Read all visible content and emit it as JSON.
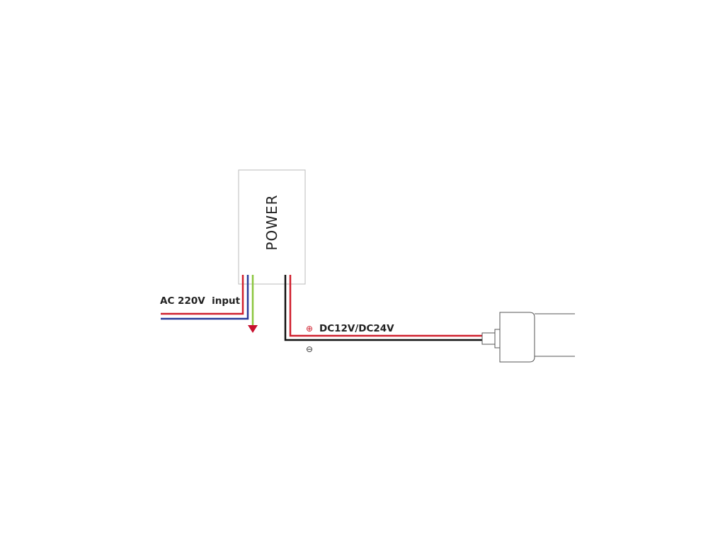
{
  "power_supply": {
    "label": "POWER"
  },
  "ac_input": {
    "label": "AC 220V  input"
  },
  "dc_output": {
    "label": "DC12V/DC24V",
    "positive_symbol": "⊕",
    "negative_symbol": "⊖"
  },
  "colors": {
    "live_wire": "#d0202e",
    "neutral_wire": "#2a3a9a",
    "earth_wire": "#8cc63f",
    "negative_wire": "#111111",
    "earth_arrow": "#c8102e",
    "positive_symbol": "#d0202e",
    "negative_symbol": "#333333",
    "box_border": "#bbbbbb",
    "lamp_outline": "#555555"
  }
}
